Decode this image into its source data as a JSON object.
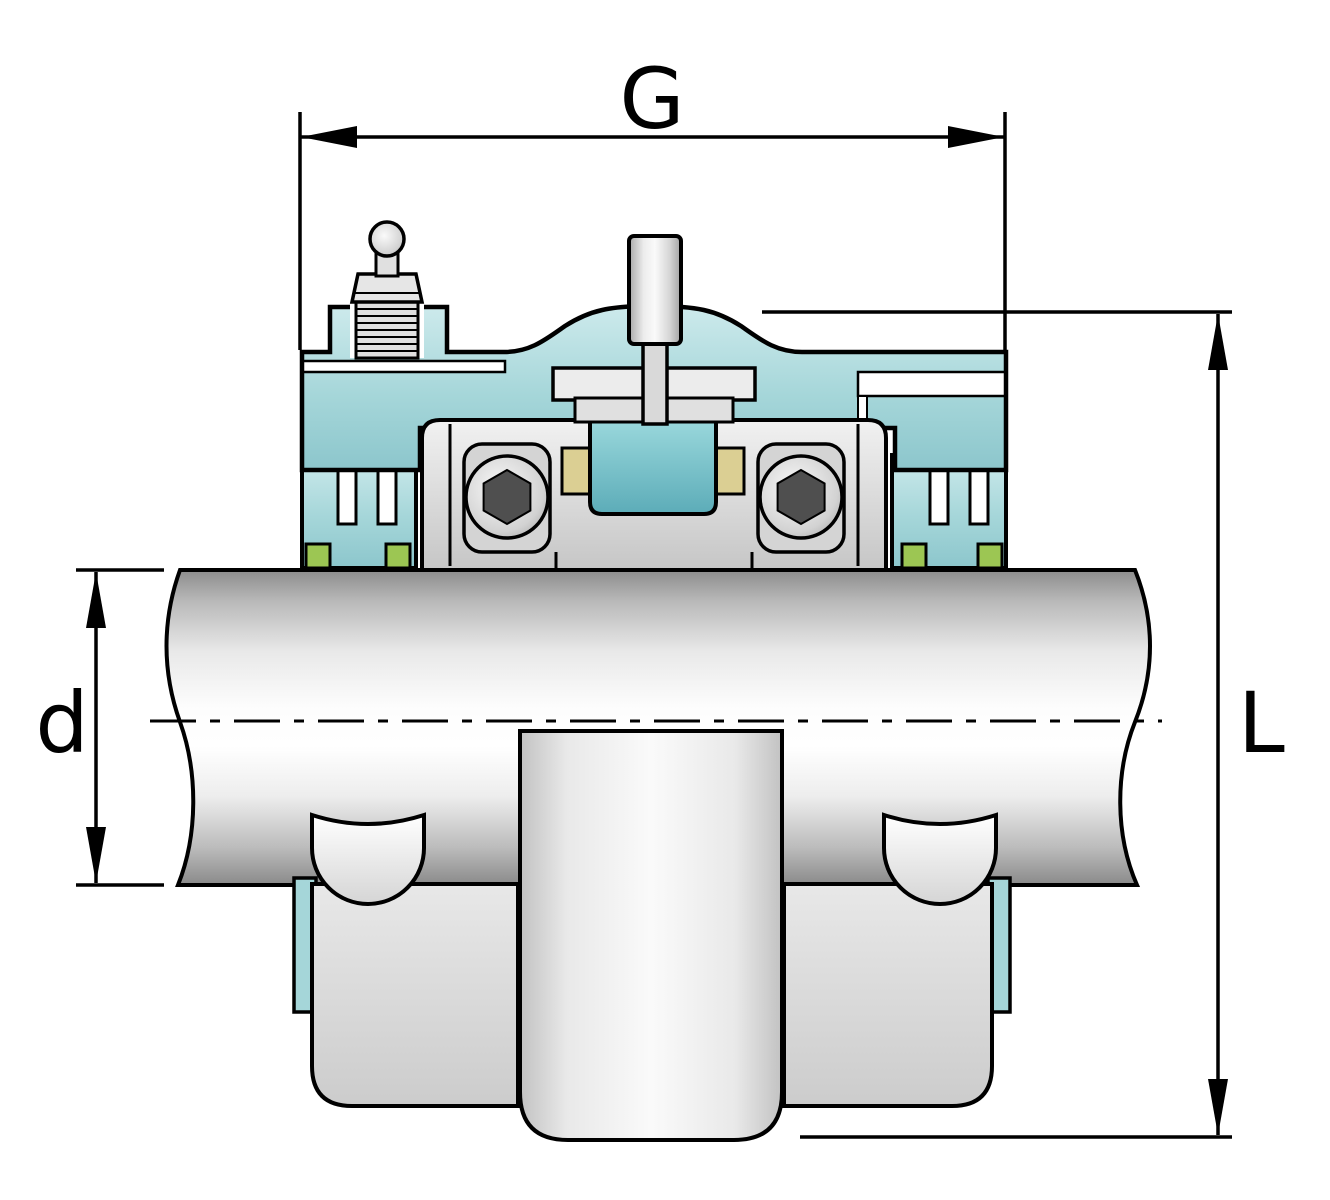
{
  "diagram": {
    "type": "technical-drawing",
    "subject": "plummer-block-bearing-unit-cross-section",
    "labels": {
      "width": "G",
      "bore": "d",
      "height": "L"
    },
    "colors": {
      "background": "#ffffff",
      "outline": "#000000",
      "housing_teal": "#a5d6d9",
      "housing_teal_light": "#c9e9ea",
      "housing_teal_dark": "#63b0bc",
      "metal_light": "#f2f2f2",
      "metal_mid": "#d6d6d6",
      "metal_dark": "#8f8f8f",
      "seal_green": "#9cc653",
      "cage_brass": "#dbcf93",
      "socket_dark": "#4f4f4f"
    }
  }
}
